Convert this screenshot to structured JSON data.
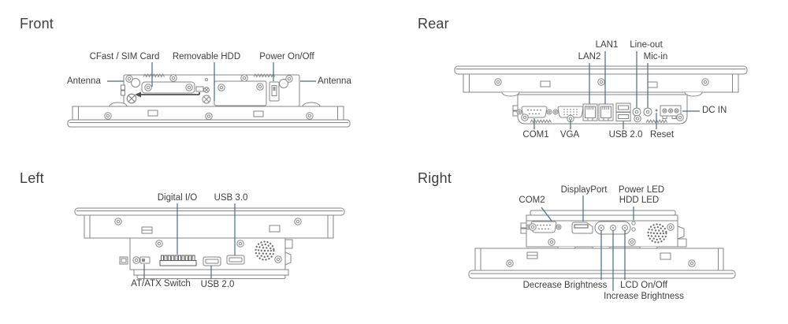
{
  "views": {
    "front": {
      "title": "Front",
      "labels": {
        "cfast": "CFast / SIM Card",
        "removable_hdd": "Removable HDD",
        "power": "Power On/Off",
        "antenna_left": "Antenna",
        "antenna_right": "Antenna"
      }
    },
    "rear": {
      "title": "Rear",
      "labels": {
        "lan1": "LAN1",
        "lan2": "LAN2",
        "line_out": "Line-out",
        "mic_in": "Mic-in",
        "com1": "COM1",
        "vga": "VGA",
        "usb20": "USB 2.0",
        "reset": "Reset",
        "dc_in": "DC IN"
      }
    },
    "left": {
      "title": "Left",
      "labels": {
        "digital_io": "Digital I/O",
        "usb30": "USB 3.0",
        "atx": "AT/ATX Switch",
        "usb20": "USB 2.0"
      }
    },
    "right": {
      "title": "Right",
      "labels": {
        "com2": "COM2",
        "displayport": "DisplayPort",
        "power_led": "Power LED",
        "hdd_led": "HDD LED",
        "decrease": "Decrease Brightness",
        "increase": "Increase Brightness",
        "lcd": "LCD On/Off"
      }
    }
  },
  "colors": {
    "background": "#ffffff",
    "device_outline": "#868686",
    "leader_line": "#4a6a88",
    "text": "#3e3e3e"
  }
}
